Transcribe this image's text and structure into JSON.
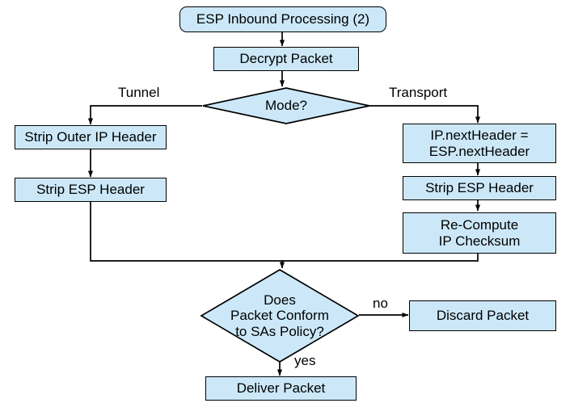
{
  "diagram": {
    "title": "ESP Inbound Processing (2)",
    "theme": {
      "node_fill": "#cce8f8",
      "node_stroke": "#000000",
      "edge_stroke": "#000000",
      "background": "#ffffff",
      "text_color": "#000000"
    },
    "nodes": [
      {
        "id": "start",
        "shape": "terminator",
        "label": "ESP Inbound Processing (2)"
      },
      {
        "id": "decrypt",
        "shape": "process",
        "label": "Decrypt Packet"
      },
      {
        "id": "mode",
        "shape": "decision",
        "label": "Mode?"
      },
      {
        "id": "strip_outer",
        "shape": "process",
        "label": "Strip Outer IP Header"
      },
      {
        "id": "strip_esp_l",
        "shape": "process",
        "label": "Strip ESP Header"
      },
      {
        "id": "nextheader",
        "shape": "process",
        "label": "IP.nextHeader =\nESP.nextHeader"
      },
      {
        "id": "strip_esp_r",
        "shape": "process",
        "label": "Strip ESP Header"
      },
      {
        "id": "recompute",
        "shape": "process",
        "label": "Re-Compute\nIP Checksum"
      },
      {
        "id": "conform",
        "shape": "decision",
        "label": "Does\nPacket Conform\nto SAs Policy?"
      },
      {
        "id": "discard",
        "shape": "process",
        "label": "Discard Packet"
      },
      {
        "id": "deliver",
        "shape": "process",
        "label": "Deliver Packet"
      }
    ],
    "edge_labels": {
      "tunnel": "Tunnel",
      "transport": "Transport",
      "no": "no",
      "yes": "yes"
    },
    "edges": [
      {
        "from": "start",
        "to": "decrypt",
        "label": ""
      },
      {
        "from": "decrypt",
        "to": "mode",
        "label": ""
      },
      {
        "from": "mode",
        "to": "strip_outer",
        "label": "Tunnel"
      },
      {
        "from": "mode",
        "to": "nextheader",
        "label": "Transport"
      },
      {
        "from": "strip_outer",
        "to": "strip_esp_l",
        "label": ""
      },
      {
        "from": "nextheader",
        "to": "strip_esp_r",
        "label": ""
      },
      {
        "from": "strip_esp_r",
        "to": "recompute",
        "label": ""
      },
      {
        "from": "strip_esp_l",
        "to": "conform",
        "label": ""
      },
      {
        "from": "recompute",
        "to": "conform",
        "label": ""
      },
      {
        "from": "conform",
        "to": "discard",
        "label": "no"
      },
      {
        "from": "conform",
        "to": "deliver",
        "label": "yes"
      }
    ]
  }
}
